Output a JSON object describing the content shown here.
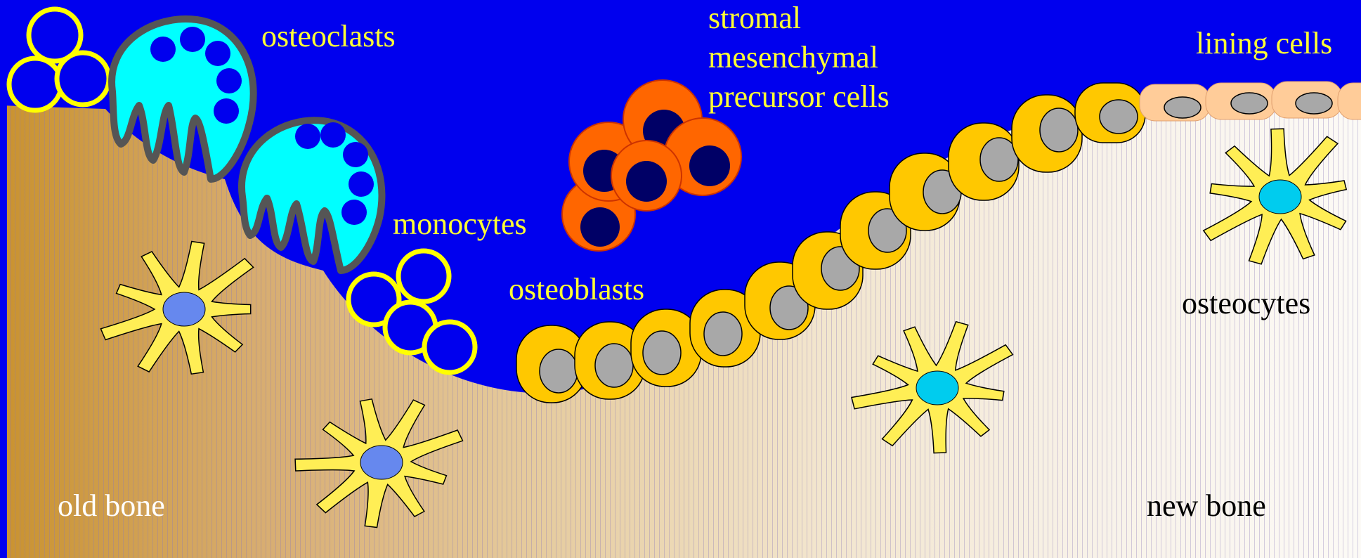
{
  "labels": {
    "osteoclasts": "osteoclasts",
    "stromal_line1": "stromal",
    "stromal_line2": "mesenchymal",
    "stromal_line3": "precursor cells",
    "lining_cells": "lining cells",
    "monocytes": "monocytes",
    "osteoblasts": "osteoblasts",
    "osteocytes": "osteocytes",
    "old_bone": "old bone",
    "new_bone": "new bone"
  },
  "colors": {
    "marrow": "#0000ee",
    "old_bone": "#cc9633",
    "new_bone": "#fbf8f2",
    "osteoclast": "#00ffff",
    "osteoclast_outline": "#555555",
    "osteoblast": "#ffc800",
    "nucleus_grey": "#a8a8a8",
    "stromal": "#ff6600",
    "stromal_nucleus": "#000066",
    "osteocyte": "#ffee55",
    "osteocyte_nucleus_old": "#6688ee",
    "osteocyte_nucleus_new": "#00ccee",
    "lining_cell": "#ffcc99",
    "monocyte_ring": "#ffff00",
    "label_yellow": "#ffff33"
  }
}
